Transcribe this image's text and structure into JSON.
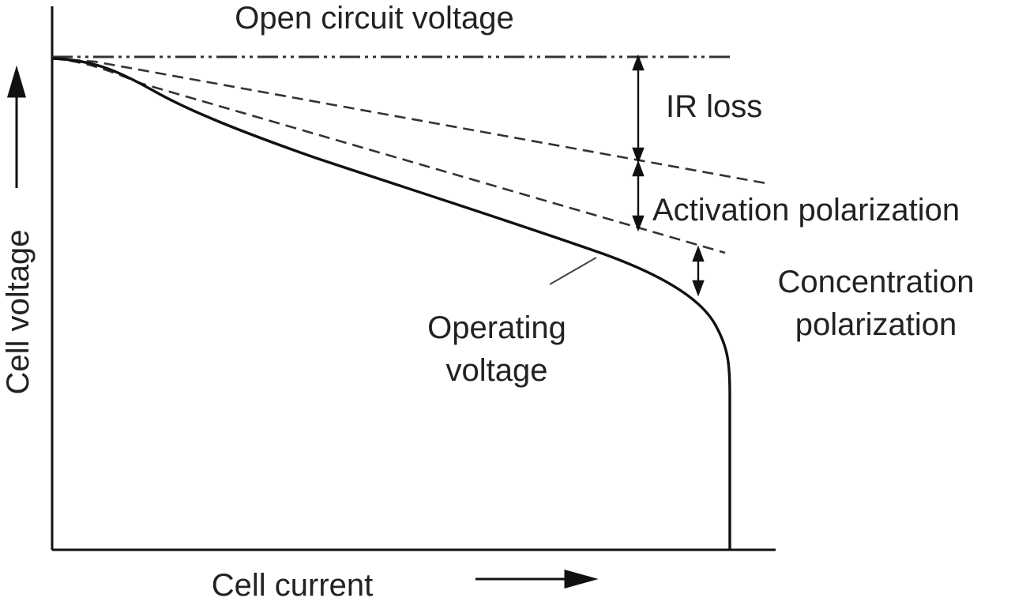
{
  "labels": {
    "open_circuit_voltage": "Open circuit voltage",
    "ir_loss": "IR loss",
    "activation_polarization": "Activation polarization",
    "concentration_polarization_line1": "Concentration",
    "concentration_polarization_line2": "polarization",
    "operating_voltage_line1": "Operating",
    "operating_voltage_line2": "voltage",
    "y_axis": "Cell voltage",
    "x_axis": "Cell current"
  },
  "colors": {
    "ink": "#111111",
    "dash": "#333333",
    "text": "#222222",
    "background": "#ffffff"
  }
}
